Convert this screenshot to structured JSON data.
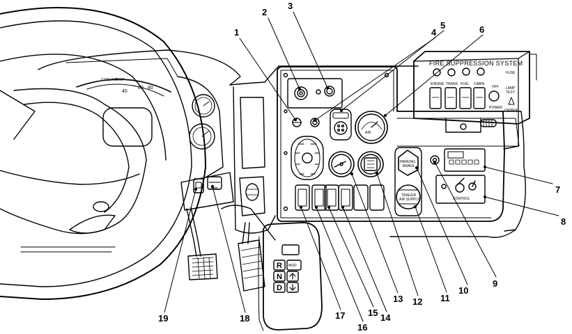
{
  "panel": {
    "fire_title": "FIRE SUPPRESSION SYSTEM",
    "fire_switches": [
      "ENGINE",
      "TRANS",
      "FUEL",
      "CABIN"
    ],
    "fire_off": "OFF",
    "fire_power": "POWER",
    "fire_fuse": "FUSE",
    "fire_lamp": "LAMP",
    "fire_test": "TEST",
    "fire_owner": "OWNER",
    "parking_label": "PARKING",
    "parking_sub": "BRAKE",
    "trailer_label": "TRAILER",
    "trailer_sub": "AIR SUPPLY",
    "control_label": "CONTROL",
    "shifter_keys": [
      "R",
      "MOD",
      "N",
      "D"
    ]
  },
  "callouts": [
    "1",
    "2",
    "3",
    "4",
    "5",
    "6",
    "7",
    "8",
    "9",
    "10",
    "11",
    "12",
    "13",
    "14",
    "15",
    "16",
    "17",
    "18",
    "19"
  ]
}
